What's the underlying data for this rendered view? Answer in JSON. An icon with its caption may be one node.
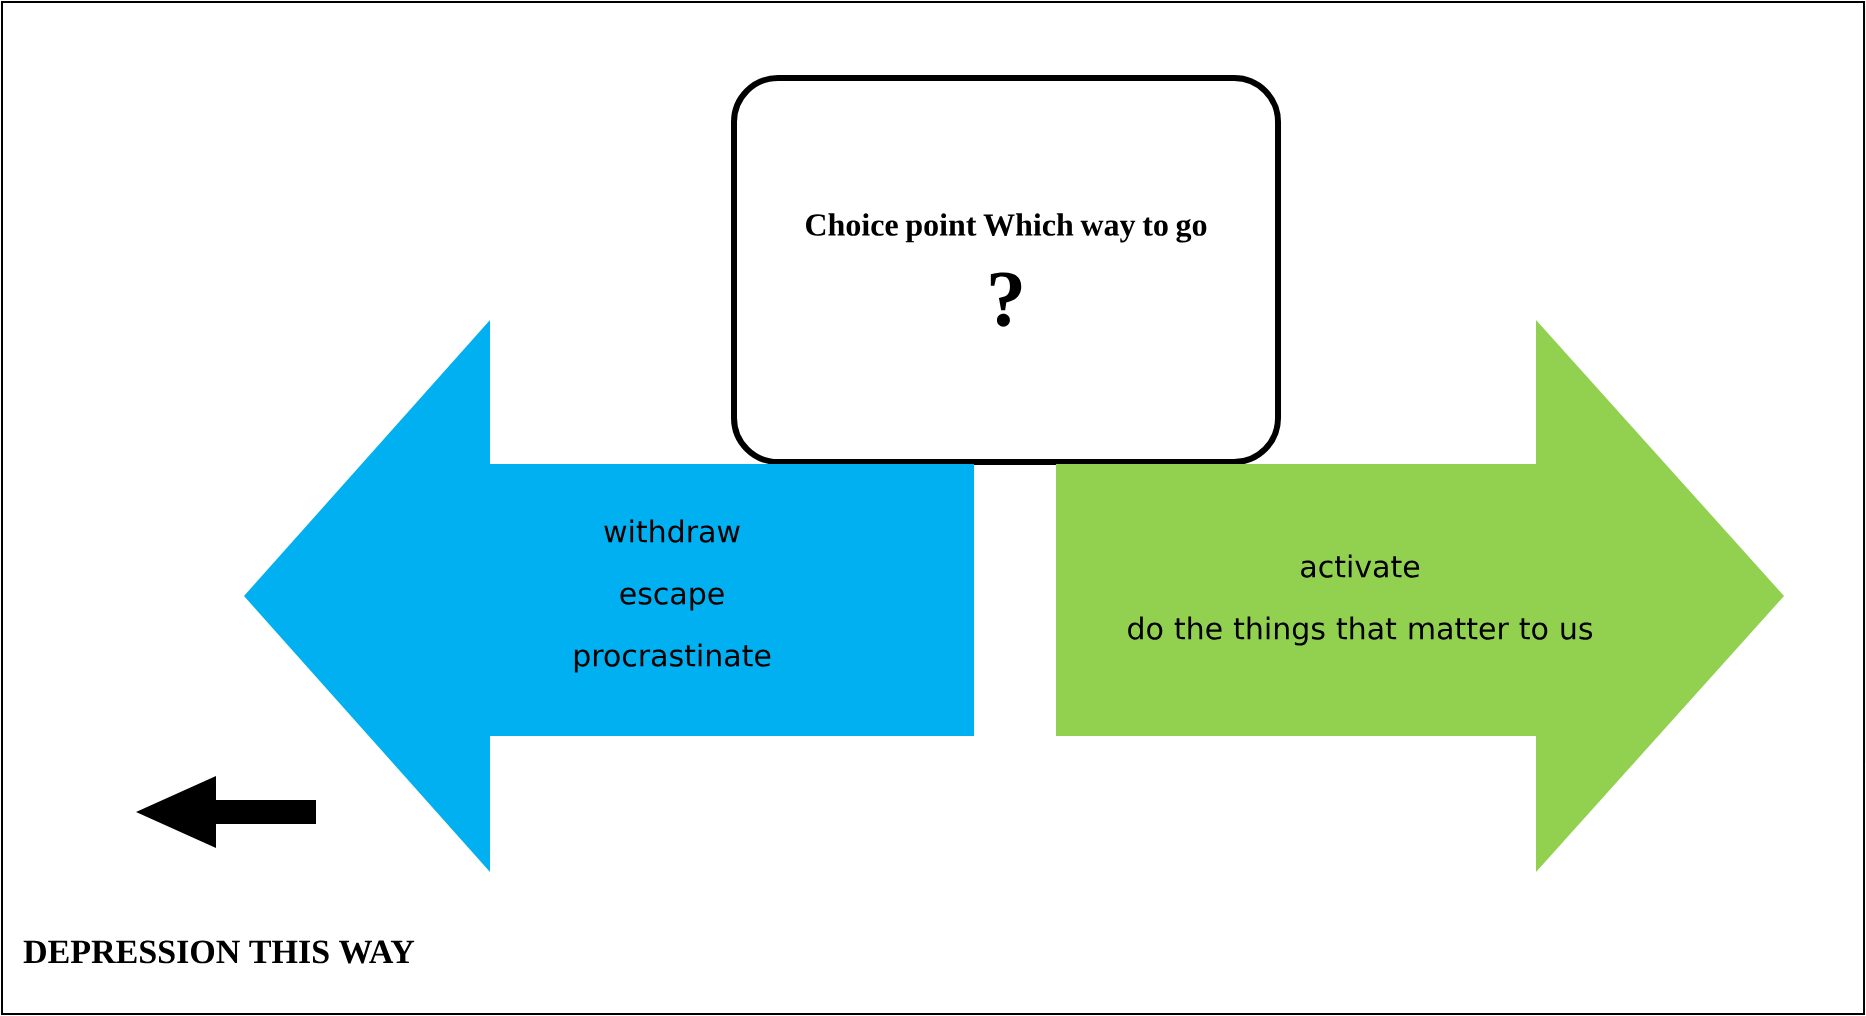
{
  "diagram": {
    "nodes": [
      {
        "text": [
          "Choice point Which way to go",
          "?"
        ]
      },
      {
        "text": [
          "withdraw",
          "escape",
          "procrastinate"
        ]
      },
      {
        "text": [
          "activate",
          "do the things that matter to us"
        ]
      }
    ],
    "labels": [
      "DEPRESSION THIS WAY"
    ]
  }
}
